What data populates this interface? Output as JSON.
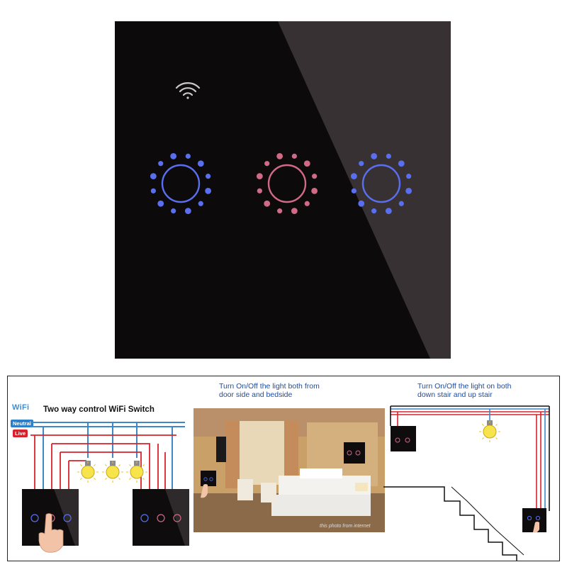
{
  "product": {
    "colors": {
      "glass": "#0c0a0b",
      "reflection": "#3a3436",
      "blue_ring": "#5a6ff0",
      "red_ring": "#d06a86"
    },
    "icons": [
      "wifi-icon",
      "touch-button-1",
      "touch-button-2",
      "touch-button-3"
    ]
  },
  "panel_left": {
    "wifi_label": "WiFi",
    "title": "Two way control WiFi Switch",
    "neutral_label": "Neutral",
    "live_label": "Live"
  },
  "panel_middle": {
    "title_line1": "Turn On/Off the light both from",
    "title_line2": "door side and bedside",
    "photo_caption": "this photo from internet"
  },
  "panel_right": {
    "title_line1": "Turn On/Off the light on both",
    "title_line2": "down stair and up stair"
  }
}
